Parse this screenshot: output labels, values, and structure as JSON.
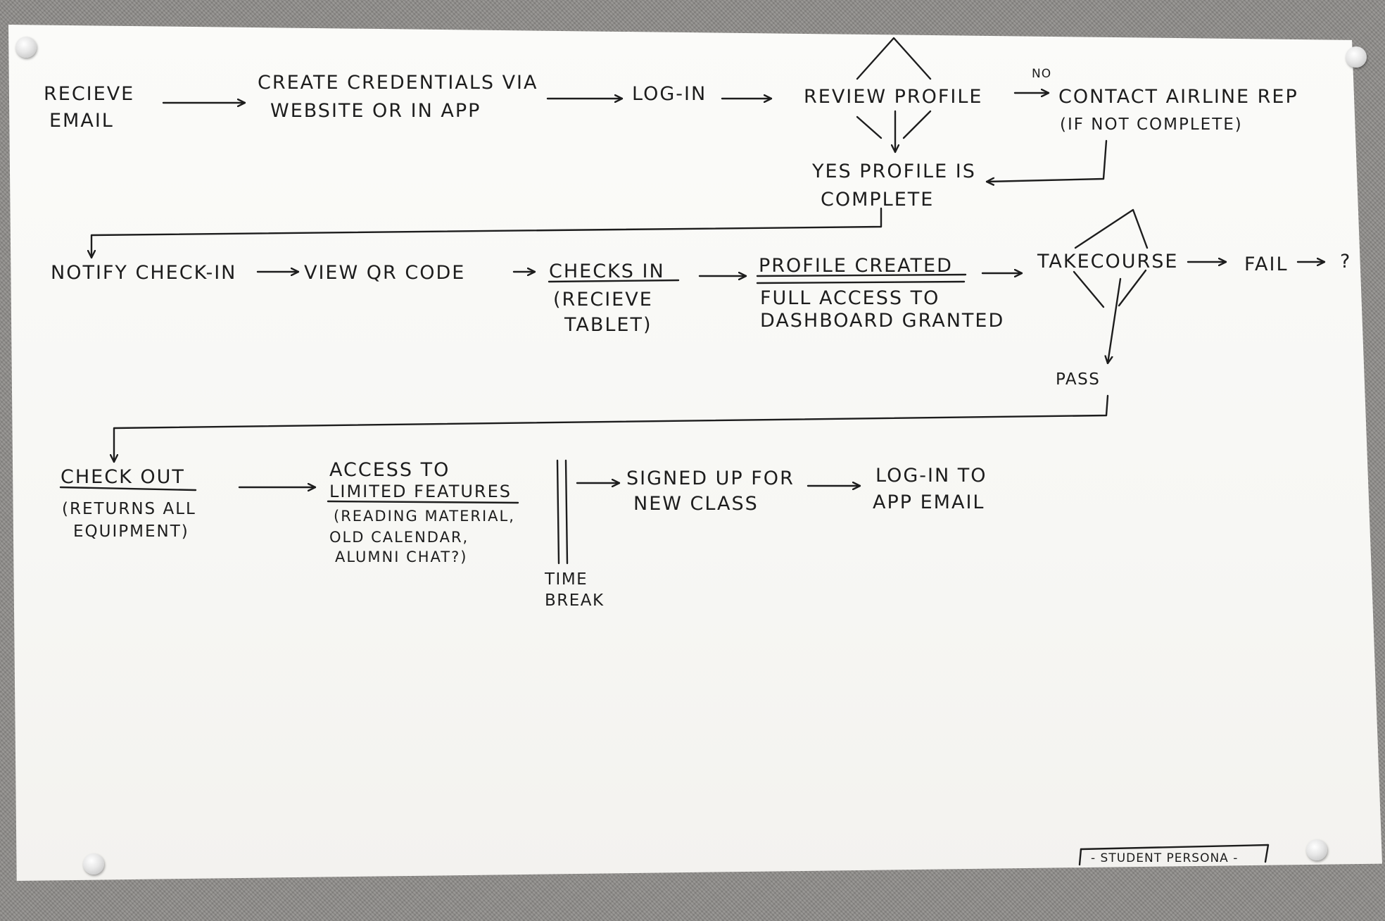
{
  "steps": {
    "receive_email": [
      "RECIEVE",
      "EMAIL"
    ],
    "create_credentials": [
      "CREATE CREDENTIALS VIA",
      "WEBSITE OR IN APP"
    ],
    "login": "LOG-IN",
    "review_profile": "REVIEW PROFILE",
    "no_label": "NO",
    "contact_rep": [
      "CONTACT AIRLINE REP",
      "(IF NOT COMPLETE)"
    ],
    "profile_complete": [
      "YES PROFILE IS",
      "COMPLETE"
    ],
    "notify_checkin": "NOTIFY CHECK-IN",
    "view_qr": "VIEW QR CODE",
    "checks_in": [
      "CHECKS IN",
      "(RECIEVE",
      "TABLET)"
    ],
    "profile_created": [
      "PROFILE CREATED",
      "FULL ACCESS TO",
      "DASHBOARD GRANTED"
    ],
    "take_course": "TAKECOURSE",
    "fail": "FAIL",
    "question": "?",
    "pass": "PASS",
    "check_out": [
      "CHECK OUT",
      "(RETURNS ALL",
      "EQUIPMENT)"
    ],
    "limited_access": [
      "ACCESS TO",
      "LIMITED FEATURES",
      "(READING MATERIAL,",
      "OLD CALENDAR,",
      "ALUMNI CHAT?)"
    ],
    "time_break": [
      "TIME",
      "BREAK"
    ],
    "signed_up": [
      "SIGNED UP FOR",
      "NEW CLASS"
    ],
    "login_app_email": [
      "LOG-IN TO",
      "APP EMAIL"
    ]
  },
  "footer_label": "- STUDENT PERSONA -",
  "colors": {
    "ink": "#1d1d1d",
    "paper": "#f8f8f5",
    "board": "#8d8b88"
  }
}
